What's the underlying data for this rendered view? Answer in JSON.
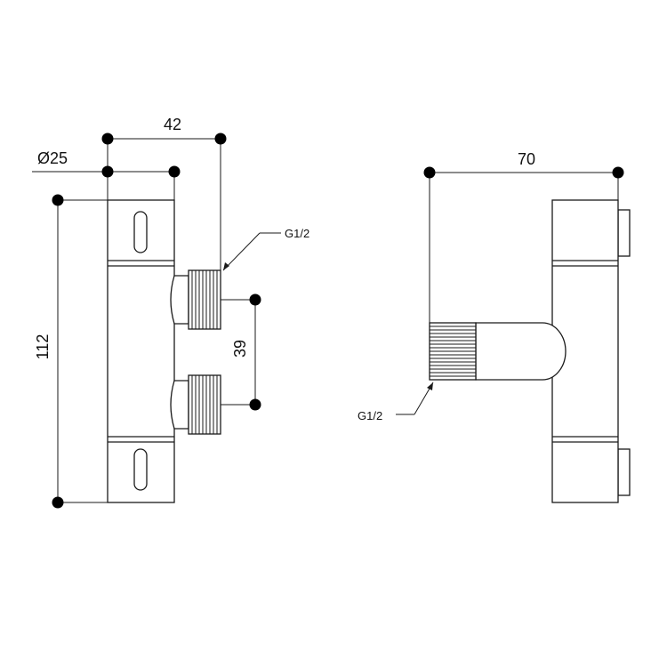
{
  "front_view": {
    "dim_width_42": "42",
    "dim_diameter_25": "Ø25",
    "dim_height_112": "112",
    "dim_spacing_39": "39",
    "thread_label": "G1/2"
  },
  "side_view": {
    "dim_depth_70": "70",
    "thread_label": "G1/2"
  }
}
